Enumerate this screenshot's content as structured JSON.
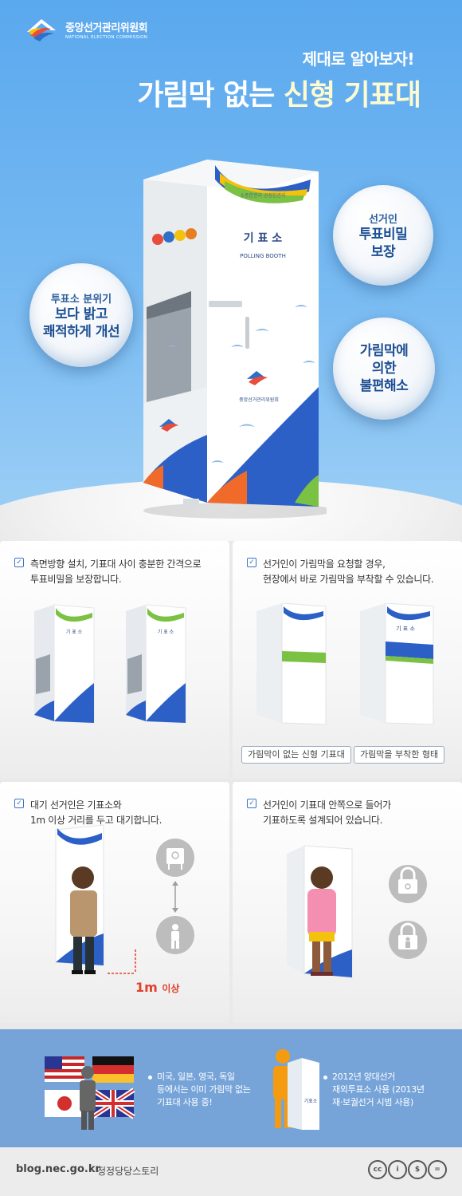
{
  "logo": {
    "name_ko": "중앙선거관리위원회",
    "name_en": "NATIONAL ELECTION COMMISSION"
  },
  "hero": {
    "subtitle": "제대로 알아보자!",
    "title_prefix": "가림막 없는 ",
    "title_highlight": "신형 기표대"
  },
  "booth": {
    "label_ko": "기 표 소",
    "label_en": "POLLING BOOTH",
    "slogan": "소중한권리  공정한관리",
    "org": "중앙선거관리위원회"
  },
  "bubbles": [
    {
      "line1": "투표소 분위기",
      "line2": "보다 밝고",
      "line3": "쾌적하게 개선"
    },
    {
      "line1": "선거인",
      "line2": "투표비밀",
      "line3": "보장"
    },
    {
      "line1": "",
      "line2": "가림막에",
      "line3": "의한",
      "line4": "불편해소"
    }
  ],
  "panels": {
    "p1": {
      "line1": "측면방향 설치, 기표대 사이 충분한 간격으로",
      "line2": "투표비밀을 보장합니다."
    },
    "p2": {
      "line1": "선거인이 가림막을 요청할 경우,",
      "line2": "현장에서 바로 가림막을 부착할 수 있습니다.",
      "tag1": "가림막이 없는 신형 기표대",
      "tag2": "가림막을 부착한 형태"
    },
    "p3": {
      "line1": "대기 선거인은 기표소와",
      "line2": "1m 이상 거리를 두고 대기합니다.",
      "distance": "1m",
      "distance_suffix": "이상"
    },
    "p4": {
      "line1": "선거인이 기표대 안쪽으로 들어가",
      "line2": "기표하도록 설계되어 있습니다."
    }
  },
  "band": {
    "item1": {
      "line1": "미국, 일본, 영국, 독일",
      "line2": "등에서는 이미 가림막 없는",
      "line3": "기표대 사용 중!"
    },
    "item2": {
      "line1": "2012년 양대선거",
      "line2": "재외투표소 사용 (2013년",
      "line3": "재·보궐선거 시범 사용)"
    }
  },
  "footer": {
    "url": "blog.nec.go.kr",
    "blog_name": "정정당당스토리",
    "cc_labels": [
      "cc",
      "i",
      "$",
      "="
    ]
  },
  "colors": {
    "sky": "#5aa8ee",
    "band": "#76a4d9",
    "accent_red": "#e0412a",
    "navy_text": "#1d4f93"
  }
}
